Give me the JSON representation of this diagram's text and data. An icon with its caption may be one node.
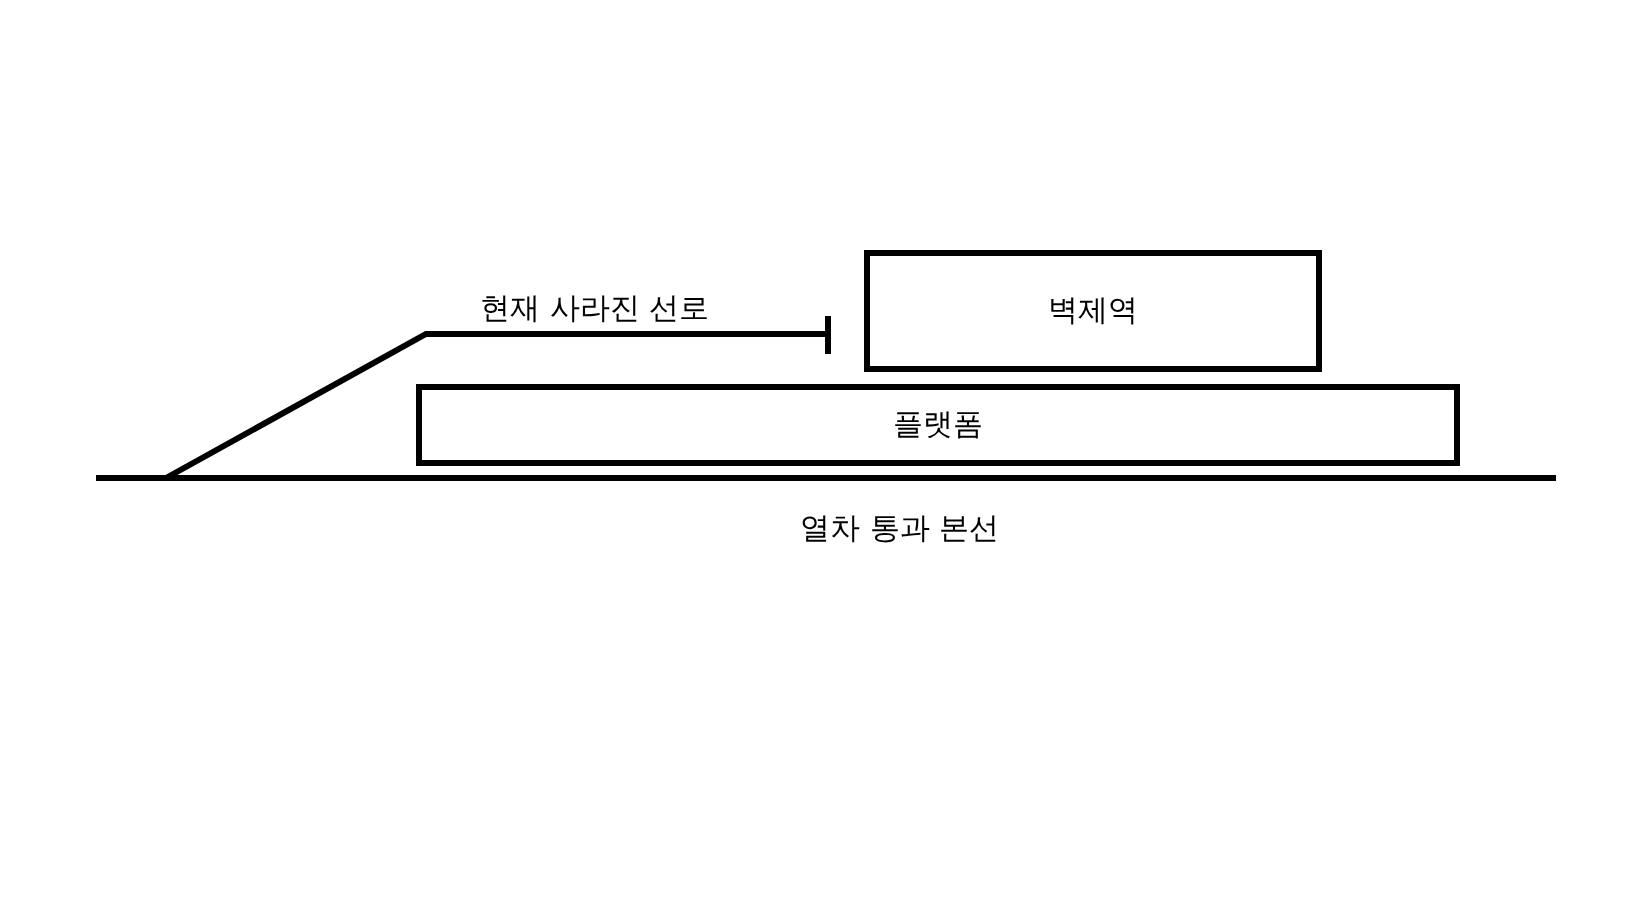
{
  "diagram": {
    "nodes": [
      {
        "text": [
          "벽제역"
        ]
      },
      {
        "text": [
          "플랫폼"
        ]
      }
    ],
    "labels": [
      "현재 사라진 선로",
      "열차 통과 본선"
    ]
  }
}
